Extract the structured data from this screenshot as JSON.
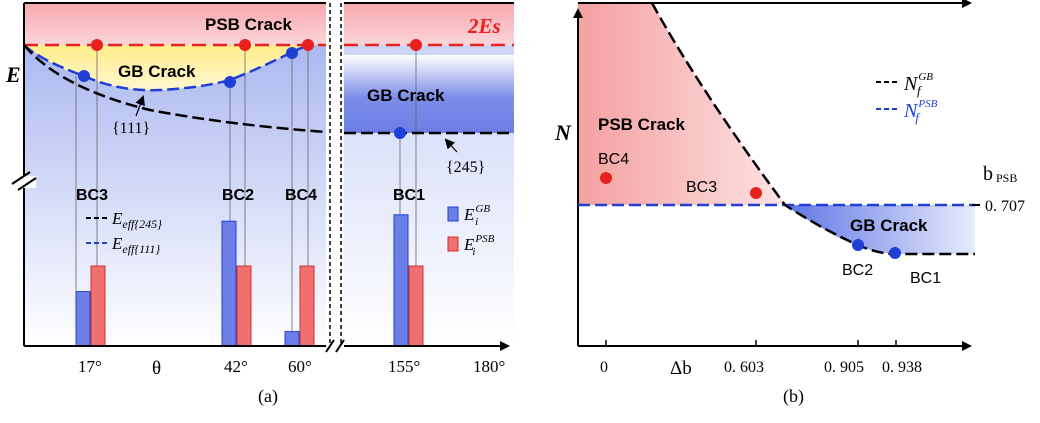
{
  "chart_data": [
    {
      "panel": "(a)",
      "type": "line",
      "ylabel": "E",
      "xlabel": "θ",
      "x_ticks": [
        "17°",
        "42°",
        "60°",
        "155°",
        "180°"
      ],
      "level_label": "2Es",
      "region_labels": {
        "psb": "PSB Crack",
        "gb_left": "GB Crack",
        "gb_right": "GB Crack"
      },
      "curve_labels": {
        "c111": "{111}",
        "c245": "{245}"
      },
      "legend_lines": [
        {
          "label": "E",
          "sub": "eff{245}",
          "color": "#000000"
        },
        {
          "label": "E",
          "sub": "eff{111}",
          "color": "#1f3fd6"
        }
      ],
      "legend_bars": [
        {
          "label": "E",
          "sub": "i",
          "sup": "GB",
          "color": "#6b7fe6"
        },
        {
          "label": "E",
          "sub": "i",
          "sup": "PSB",
          "color": "#f07070"
        }
      ],
      "bar_groups": [
        {
          "label": "BC3",
          "theta": 17,
          "gb": 0.34,
          "psb": 0.5
        },
        {
          "label": "BC2",
          "theta": 42,
          "gb": 0.78,
          "psb": 0.5
        },
        {
          "label": "BC4",
          "theta": 60,
          "gb": 0.09,
          "psb": 0.5
        },
        {
          "label": "BC1",
          "theta": 155,
          "gb": 0.82,
          "psb": 0.5
        }
      ],
      "caption": "(a)",
      "colors": {
        "psb_region": "#f5a0a8",
        "gb_region_left": "#fff3a0",
        "gb_region": "#6b7fe6",
        "gb_point": "#1f3fd6",
        "psb_point": "#e8201f",
        "level_line": "#e8201f"
      }
    },
    {
      "panel": "(b)",
      "type": "line",
      "ylabel": "N",
      "xlabel": "Δb",
      "x_ticks": [
        "0",
        "0. 603",
        "0. 905",
        "0. 938"
      ],
      "right_label": "b",
      "right_label_sub": "PSB",
      "right_value": "0. 707",
      "region_labels": {
        "psb": "PSB Crack",
        "gb": "GB Crack"
      },
      "legend": [
        {
          "label": "N",
          "sub": "f",
          "sup": "GB",
          "color": "#000000"
        },
        {
          "label": "N",
          "sub": "f",
          "sup": "PSB",
          "color": "#1f3fd6"
        }
      ],
      "points": [
        {
          "label": "BC4",
          "x": 0,
          "color": "#e8201f"
        },
        {
          "label": "BC3",
          "x": 0.603,
          "color": "#e8201f"
        },
        {
          "label": "BC2",
          "x": 0.905,
          "color": "#1f3fd6"
        },
        {
          "label": "BC1",
          "x": 0.938,
          "color": "#1f3fd6"
        }
      ],
      "caption": "(b)"
    }
  ]
}
